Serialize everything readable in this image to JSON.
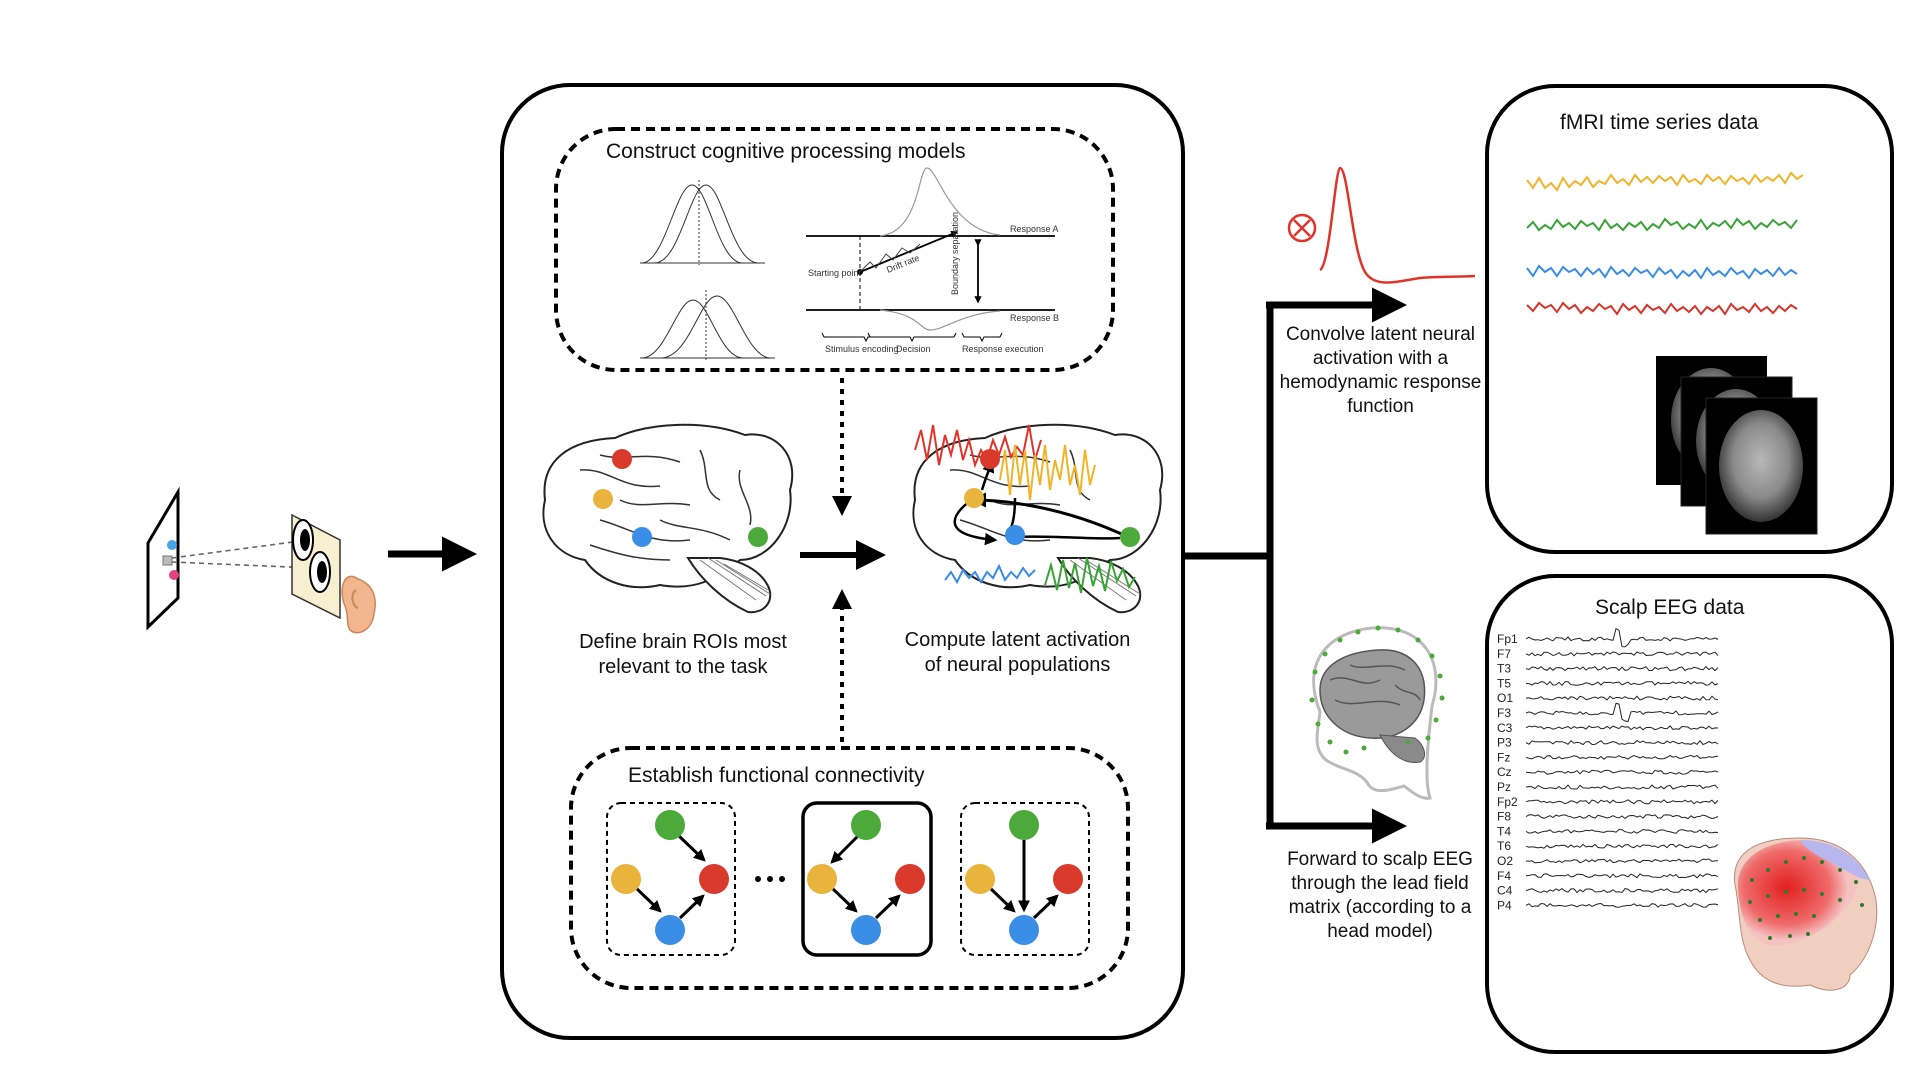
{
  "panels": {
    "cognitive_models_title": "Construct cognitive processing models",
    "connectivity_title": "Establish functional connectivity",
    "fmri_title": "fMRI time series data",
    "eeg_title": "Scalp EEG data"
  },
  "labels": {
    "define_rois": "Define brain ROIs most relevant to the task",
    "compute_activation": "Compute latent activation of neural populations",
    "convolve": "Convolve latent neural activation with a hemodynamic response function",
    "forward": "Forward to scalp EEG through the lead field matrix (according to a head model)",
    "convolve_symbol": "⊗"
  },
  "ddm": {
    "response_a": "Response A",
    "response_b": "Response B",
    "starting_point": "Starting point",
    "drift_rate": "Drift rate",
    "boundary_separation": "Boundary separation",
    "stimulus_encoding": "Stimulus encoding",
    "decision": "Decision",
    "response_execution": "Response execution"
  },
  "eeg_channels": [
    "Fp1",
    "F7",
    "T3",
    "T5",
    "O1",
    "F3",
    "C3",
    "P3",
    "Fz",
    "Cz",
    "Pz",
    "Fp2",
    "F8",
    "T4",
    "T6",
    "O2",
    "F4",
    "C4",
    "P4"
  ],
  "colors": {
    "roi_red": "#d93a2b",
    "roi_yellow": "#e9b43b",
    "roi_blue": "#3a8ee6",
    "roi_green": "#4caa3a",
    "hrf_red": "#e0342a",
    "fmri_yellow": "#f0b429",
    "fmri_green": "#3aa336",
    "fmri_blue": "#3a8de6",
    "fmri_red": "#d6362a"
  }
}
